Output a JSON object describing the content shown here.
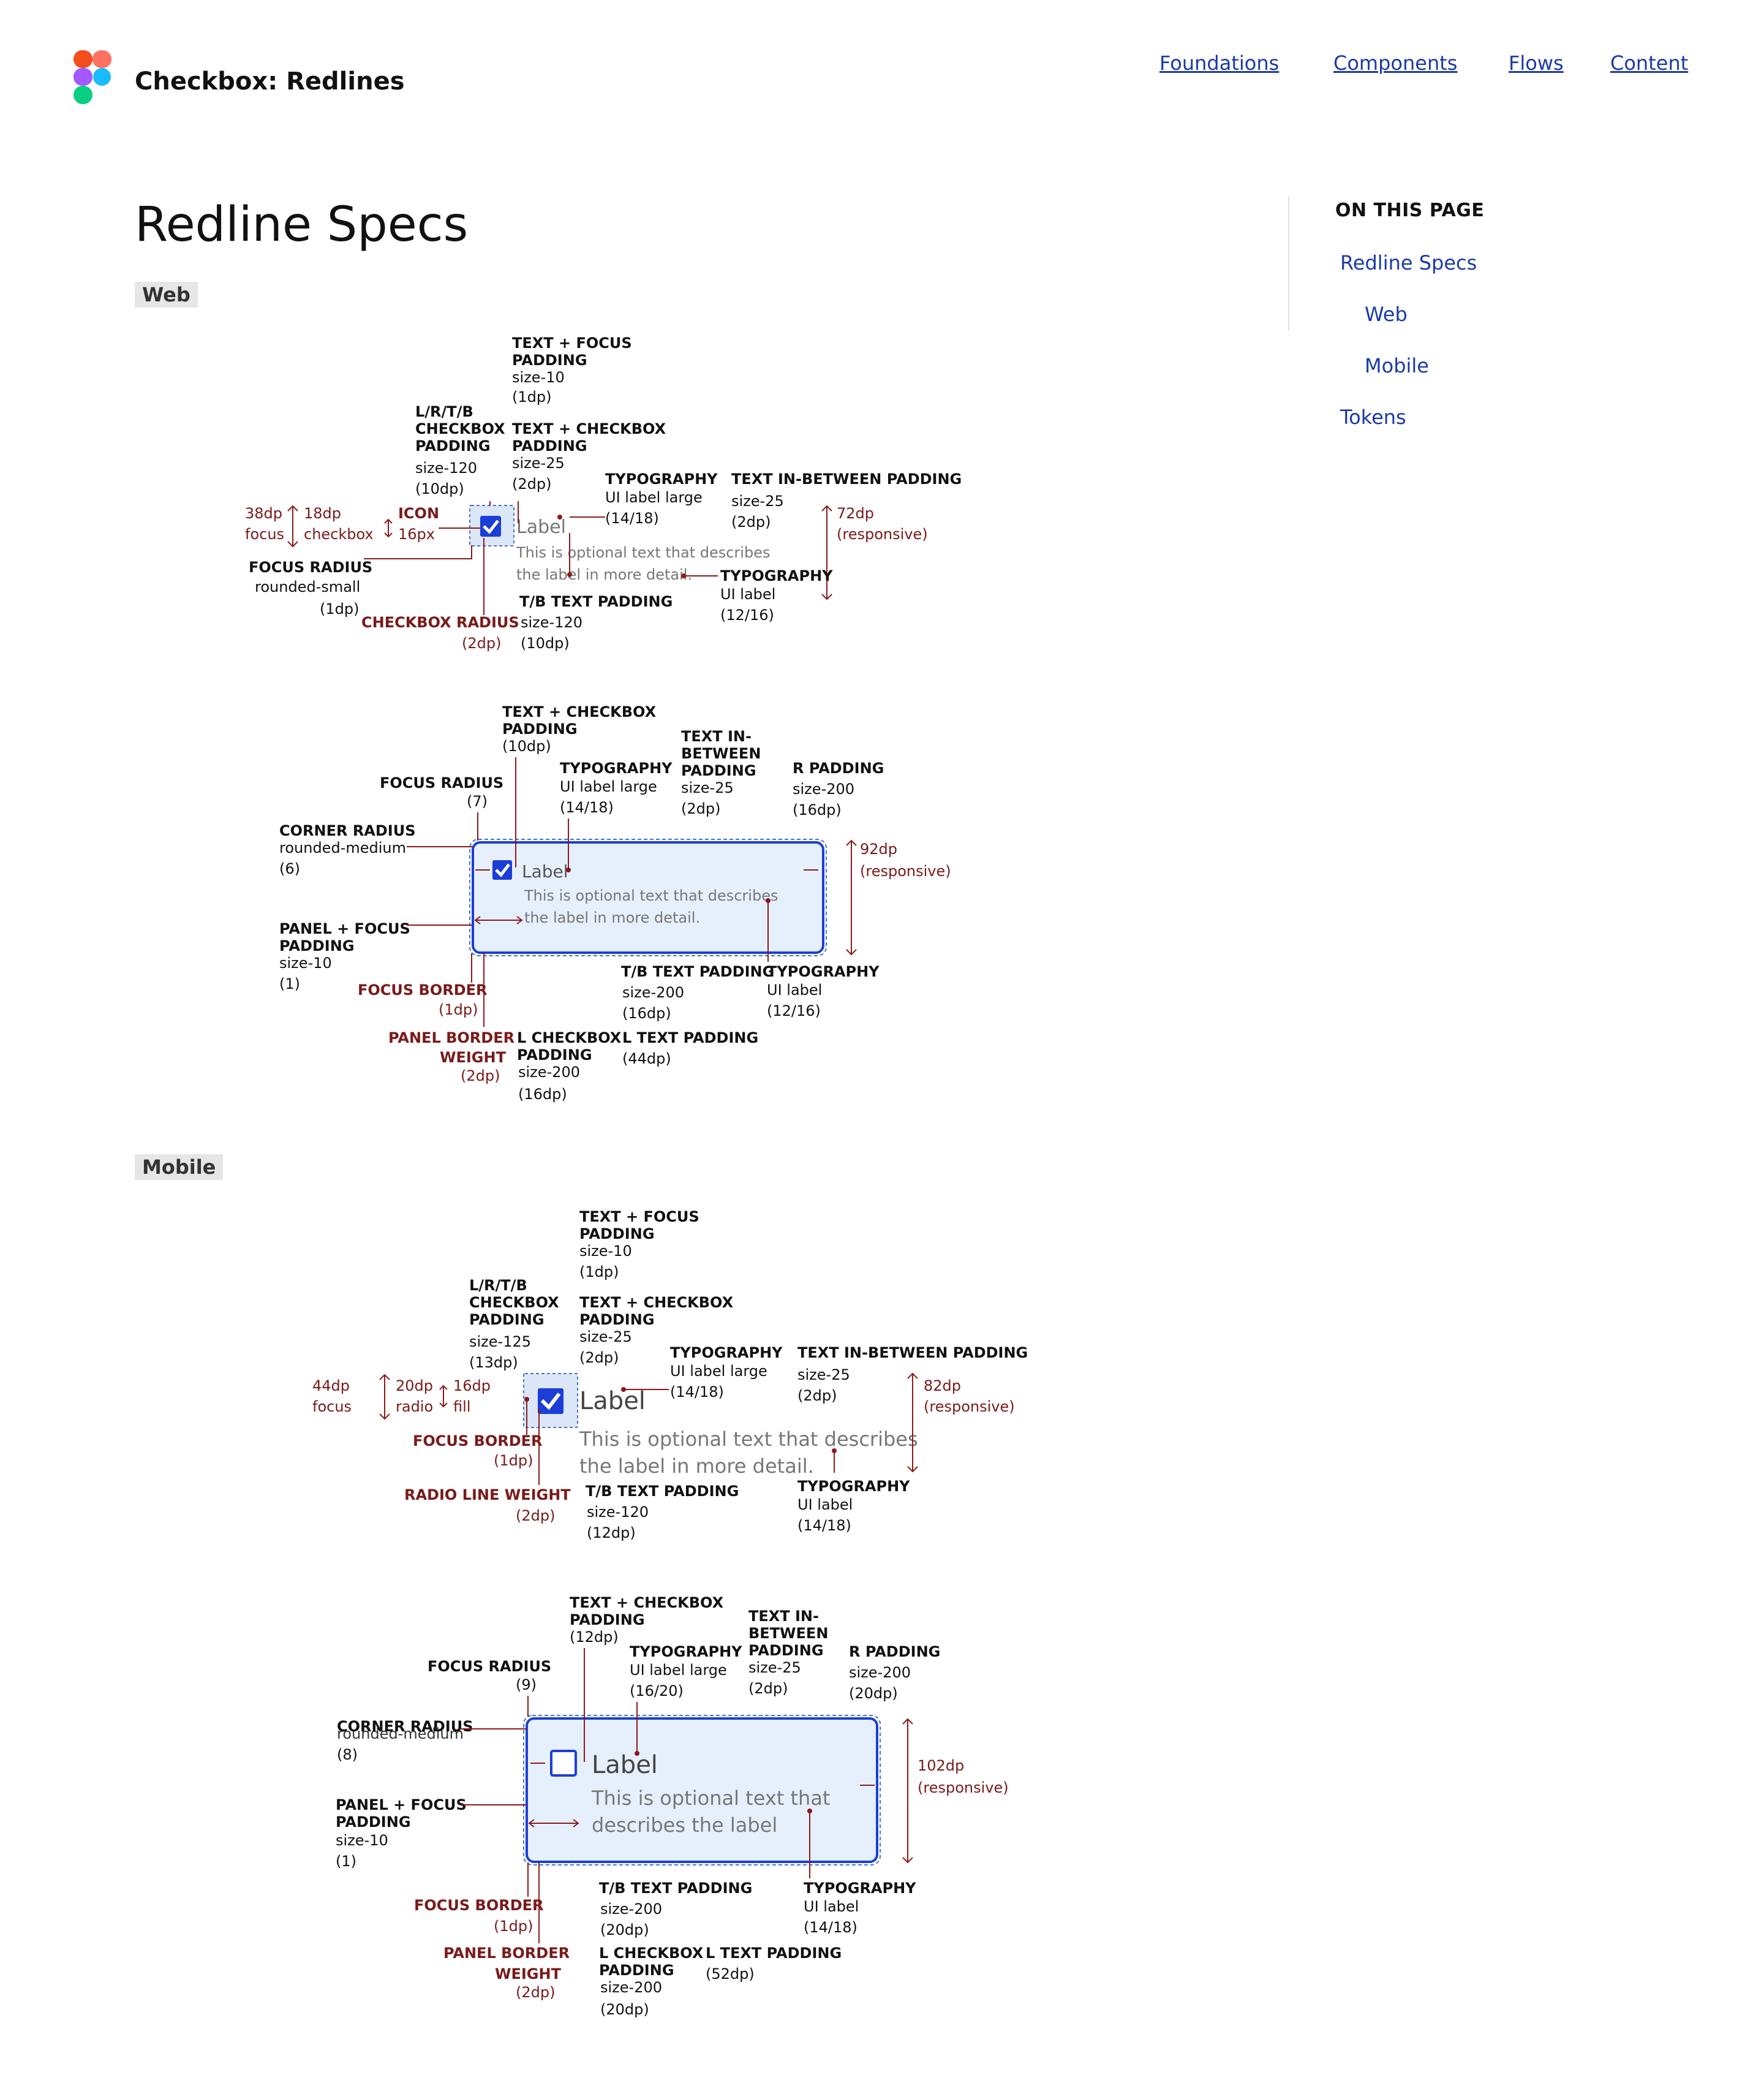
{
  "header": {
    "title": "Checkbox: Redlines"
  },
  "nav": {
    "foundations": "Foundations",
    "components": "Components",
    "flows": "Flows",
    "content": "Content"
  },
  "page": {
    "title": "Redline Specs",
    "web_tag": "Web",
    "mobile_tag": "Mobile"
  },
  "toc": {
    "heading": "ON THIS PAGE",
    "items": [
      "Redline Specs",
      "Web",
      "Mobile",
      "Tokens"
    ]
  },
  "sample": {
    "label": "Label",
    "helper": "This is optional text that describes",
    "helper2": "the label in more detail.",
    "helper_m3": "This is optional text that",
    "helper_m4": "describes the label"
  },
  "colors": {
    "accent": "#1b3fd6",
    "redline": "#8b1a1a",
    "panel_fill": "#e6effc",
    "focus_fill": "#dbe6f7"
  },
  "annotations": {
    "w1": {
      "text_focus_padding": "TEXT + FOCUS",
      "text_focus_padding_b": "PADDING",
      "text_focus_size": "size-10",
      "text_focus_dp": "(1dp)",
      "lrtb_a": "L/R/T/B",
      "lrtb_b": "CHECKBOX",
      "lrtb_c": "PADDING",
      "lrtb_size": "size-120",
      "lrtb_dp": "(10dp)",
      "tcp_a": "TEXT + CHECKBOX",
      "tcp_b": "PADDING",
      "tcp_size": "size-25",
      "tcp_dp": "(2dp)",
      "typo1": "TYPOGRAPHY",
      "typo1_v": "UI label large",
      "typo1_dp": "(14/18)",
      "tib": "TEXT IN-BETWEEN PADDING",
      "tib_size": "size-25",
      "tib_dp": "(2dp)",
      "focus_38": "38dp",
      "focus_word": "focus",
      "cb_18": "18dp",
      "cb_word": "checkbox",
      "icon": "ICON",
      "icon_16": "16px",
      "resp_72": "72dp",
      "resp_word": "(responsive)",
      "fr": "FOCUS RADIUS",
      "fr_v": "rounded-small",
      "fr_dp": "(1dp)",
      "typo2": "TYPOGRAPHY",
      "typo2_v": "UI label",
      "typo2_dp": "(12/16)",
      "tb": "T/B TEXT PADDING",
      "tb_size": "size-120",
      "tb_dp": "(10dp)",
      "cr": "CHECKBOX RADIUS",
      "cr_dp": "(2dp)"
    },
    "w2": {
      "tcp_a": "TEXT + CHECKBOX",
      "tcp_b": "PADDING",
      "tcp_dp": "(10dp)",
      "tib_a": "TEXT IN-",
      "tib_b": "BETWEEN",
      "tib_c": "PADDING",
      "tib_size": "size-25",
      "tib_dp": "(2dp)",
      "typo1": "TYPOGRAPHY",
      "typo1_v": "UI label large",
      "typo1_dp": "(14/18)",
      "rp": "R PADDING",
      "rp_size": "size-200",
      "rp_dp": "(16dp)",
      "fr": "FOCUS RADIUS",
      "fr_dp": "(7)",
      "cr": "CORNER RADIUS",
      "cr_v": "rounded-medium",
      "cr_dp": "(6)",
      "resp_92": "92dp",
      "resp_word": "(responsive)",
      "pfp_a": "PANEL + FOCUS",
      "pfp_b": "PADDING",
      "pfp_size": "size-10",
      "pfp_dp": "(1)",
      "fb": "FOCUS  BORDER",
      "fb_dp": "(1dp)",
      "tb": "T/B TEXT PADDING",
      "tb_size": "size-200",
      "tb_dp": "(16dp)",
      "typo2": "TYPOGRAPHY",
      "typo2_v": "UI label",
      "typo2_dp": "(12/16)",
      "pbw_a": "PANEL BORDER",
      "pbw_b": "WEIGHT",
      "pbw_dp": "(2dp)",
      "lcp_a": "L CHECKBOX",
      "lcp_b": "PADDING",
      "lcp_size": "size-200",
      "lcp_dp": "(16dp)",
      "ltp": "L TEXT PADDING",
      "ltp_dp": "(44dp)"
    },
    "m1": {
      "tfp_a": "TEXT + FOCUS",
      "tfp_b": "PADDING",
      "tfp_size": "size-10",
      "tfp_dp": "(1dp)",
      "lrtb_a": "L/R/T/B",
      "lrtb_b": "CHECKBOX",
      "lrtb_c": "PADDING",
      "lrtb_size": "size-125",
      "lrtb_dp": "(13dp)",
      "tcp_a": "TEXT + CHECKBOX",
      "tcp_b": "PADDING",
      "tcp_size": "size-25",
      "tcp_dp": "(2dp)",
      "typo1": "TYPOGRAPHY",
      "typo1_v": "UI label large",
      "typo1_dp": "(14/18)",
      "tib": "TEXT IN-BETWEEN PADDING",
      "tib_size": "size-25",
      "tib_dp": "(2dp)",
      "focus_44": "44dp",
      "focus_word": "focus",
      "radio_20": "20dp",
      "radio_word": "radio",
      "fill_16": "16dp",
      "fill_word": "fill",
      "resp_82": "82dp",
      "resp_word": "(responsive)",
      "fb": "FOCUS  BORDER",
      "fb_dp": "(1dp)",
      "rlw": "RADIO LINE WEIGHT",
      "rlw_dp": "(2dp)",
      "tb": "T/B TEXT PADDING",
      "tb_size": "size-120",
      "tb_dp": "(12dp)",
      "typo2": "TYPOGRAPHY",
      "typo2_v": "UI label",
      "typo2_dp": "(14/18)"
    },
    "m2": {
      "tcp_a": "TEXT + CHECKBOX",
      "tcp_b": "PADDING",
      "tcp_dp": "(12dp)",
      "tib_a": "TEXT IN-",
      "tib_b": "BETWEEN",
      "tib_c": "PADDING",
      "tib_size": "size-25",
      "tib_dp": "(2dp)",
      "typo1": "TYPOGRAPHY",
      "typo1_v": "UI label large",
      "typo1_dp": "(16/20)",
      "rp": "R PADDING",
      "rp_size": "size-200",
      "rp_dp": "(20dp)",
      "fr": "FOCUS RADIUS",
      "fr_dp": "(9)",
      "cr": "CORNER RADIUS",
      "cr_v": "rounded-medium",
      "cr_dp": "(8)",
      "resp_102": "102dp",
      "resp_word": "(responsive)",
      "pfp_a": "PANEL + FOCUS",
      "pfp_b": "PADDING",
      "pfp_size": "size-10",
      "pfp_dp": "(1)",
      "fb": "FOCUS  BORDER",
      "fb_dp": "(1dp)",
      "tb": "T/B TEXT PADDING",
      "tb_size": "size-200",
      "tb_dp": "(20dp)",
      "typo2": "TYPOGRAPHY",
      "typo2_v": "UI label",
      "typo2_dp": "(14/18)",
      "pbw_a": "PANEL BORDER",
      "pbw_b": "WEIGHT",
      "pbw_dp": "(2dp)",
      "lcp_a": "L CHECKBOX",
      "lcp_b": "PADDING",
      "lcp_size": "size-200",
      "lcp_dp": "(20dp)",
      "ltp": "L TEXT PADDING",
      "ltp_dp": "(52dp)"
    }
  }
}
